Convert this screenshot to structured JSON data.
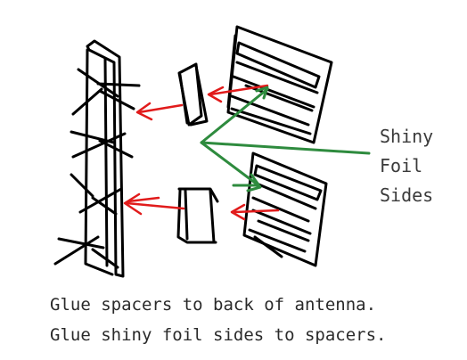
{
  "labels": {
    "shiny": "Shiny",
    "foil": "Foil",
    "sides": "Sides"
  },
  "caption": {
    "line1": "Glue spacers to back of antenna.",
    "line2": "Glue shiny foil sides to spacers."
  },
  "colors": {
    "ink": "#000000",
    "arrow": "#e11b1b",
    "pointer": "#2e8b3e"
  }
}
